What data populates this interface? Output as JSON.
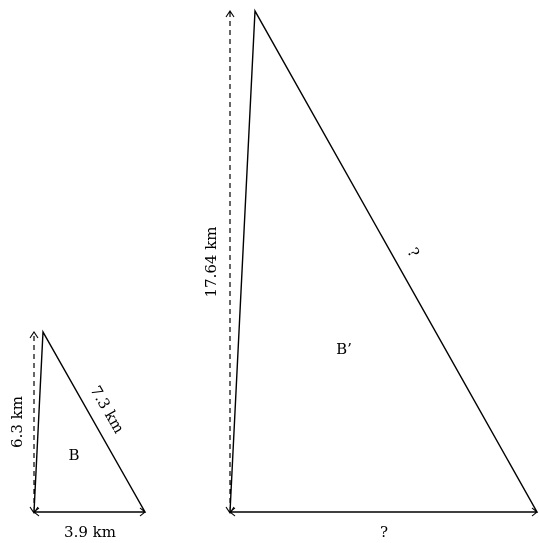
{
  "small_triangle": {
    "name": "B",
    "height_label": "6.3 km",
    "hypotenuse_label": "7.3 km",
    "base_label": "3.9 km"
  },
  "large_triangle": {
    "name": "B’",
    "height_label": "17.64 km",
    "hypotenuse_label": "?",
    "base_label": "?"
  }
}
